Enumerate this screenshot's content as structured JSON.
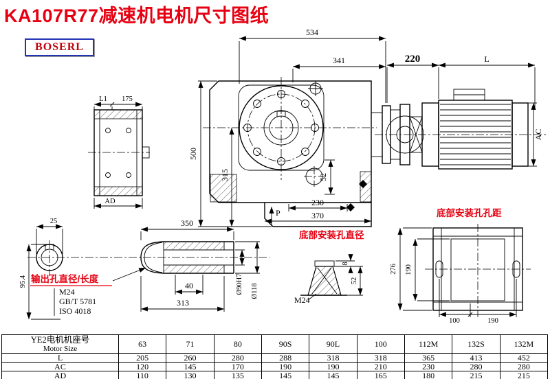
{
  "header": {
    "title": "KA107R77减速机电机尺寸图纸",
    "logo": "BOSERL"
  },
  "colors": {
    "title_red": "#e60012",
    "label_red": "#e60012",
    "logo_border": "#2233b8",
    "line": "#000000"
  },
  "main_view": {
    "dim_534": "534",
    "dim_341": "341",
    "dim_500": "500",
    "dim_315": "315",
    "dim_52": "52",
    "dim_230": "230",
    "dim_370": "370",
    "label_p": "P"
  },
  "motor_view": {
    "dim_220": "220",
    "dim_l": "L",
    "dim_ac": "AC"
  },
  "side_view": {
    "dim_l1": "L1",
    "dim_175": "175",
    "dim_ad": "AD"
  },
  "shaft_section": {
    "dim_25": "25",
    "dim_95_4": "95.4",
    "label_output": "输出孔直径/长度",
    "label_m24": "M24",
    "label_gbt": "GB/T 5781",
    "label_iso": "ISO 4018"
  },
  "shaft_view": {
    "dim_350": "350",
    "dim_40": "40",
    "dim_313": "313",
    "dim_d90": "Ø90H7",
    "dim_d118": "Ø118"
  },
  "hole_detail": {
    "label": "底部安装孔直径",
    "dim_8": "8",
    "dim_52": "52",
    "label_m24": "M24"
  },
  "footprint": {
    "label": "底部安装孔孔距",
    "dim_276": "276",
    "dim_190v": "190",
    "dim_100": "100",
    "dim_190h": "190"
  },
  "table": {
    "header_cn": "YE2电机机座号",
    "header_en": "Motor Size",
    "columns": [
      "63",
      "71",
      "80",
      "90S",
      "90L",
      "100",
      "112M",
      "132S",
      "132M"
    ],
    "rows": [
      {
        "label": "L",
        "values": [
          "205",
          "260",
          "280",
          "288",
          "318",
          "318",
          "365",
          "413",
          "452"
        ]
      },
      {
        "label": "AC",
        "values": [
          "120",
          "145",
          "170",
          "190",
          "190",
          "210",
          "230",
          "280",
          "280"
        ]
      },
      {
        "label": "AD",
        "values": [
          "110",
          "130",
          "135",
          "145",
          "145",
          "165",
          "180",
          "215",
          "215"
        ]
      }
    ]
  }
}
